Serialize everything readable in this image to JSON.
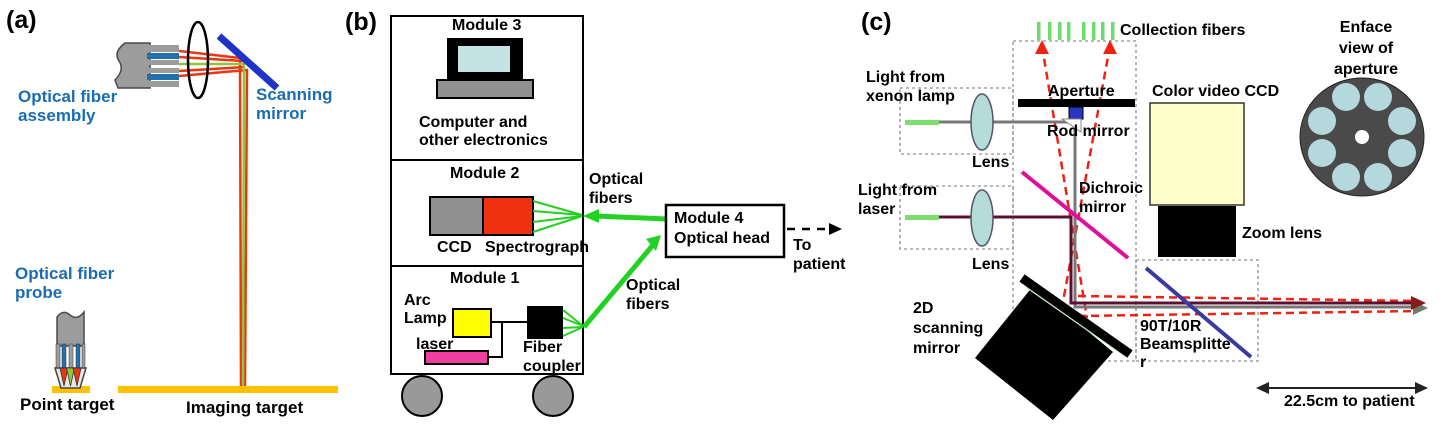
{
  "a": {
    "panel_label": "(a)",
    "assembly_l1": "Optical fiber",
    "assembly_l2": "assembly",
    "scanning_l1": "Scanning",
    "scanning_l2": "mirror",
    "probe_l1": "Optical fiber",
    "probe_l2": "probe",
    "point_target": "Point target",
    "imaging_target": "Imaging target"
  },
  "b": {
    "panel_label": "(b)",
    "module3_title": "Module 3",
    "module3_caption_l1": "Computer and",
    "module3_caption_l2": "other electronics",
    "module2_title": "Module 2",
    "ccd_label": "CCD",
    "spectrograph_label": "Spectrograph",
    "module1_title": "Module 1",
    "arc_lamp_l1": "Arc",
    "arc_lamp_l2": "Lamp",
    "laser_label": "laser",
    "fiber_coupler_l1": "Fiber",
    "fiber_coupler_l2": "coupler",
    "optical_fibers_top_l1": "Optical",
    "optical_fibers_top_l2": "fibers",
    "optical_fibers_bottom_l1": "Optical",
    "optical_fibers_bottom_l2": "fibers",
    "module4_l1": "Module 4",
    "module4_l2": "Optical head",
    "to_patient_l1": "To",
    "to_patient_l2": "patient"
  },
  "c": {
    "panel_label": "(c)",
    "xenon_l1": "Light from",
    "xenon_l2": "xenon lamp",
    "collection_fibers": "Collection fibers",
    "aperture": "Aperture",
    "rod_mirror": "Rod mirror",
    "lens_top": "Lens",
    "laser_l1": "Light from",
    "laser_l2": "laser",
    "lens_bottom": "Lens",
    "dichroic_l1": "Dichroic",
    "dichroic_l2": "mirror",
    "color_video_ccd": "Color video CCD",
    "enface_l1": "Enface",
    "enface_l2": "view of",
    "enface_l3": "aperture",
    "zoom_lens": "Zoom lens",
    "scan2d_l1": "2D",
    "scan2d_l2": "scanning",
    "scan2d_l3": "mirror",
    "beamsplitter_l1": "90T/10R",
    "beamsplitter_l2": "Beamsplitte",
    "beamsplitter_l3": "r",
    "distance": "22.5cm to patient"
  },
  "colors": {
    "label_blue": "#1a6db3",
    "beam_red": "#ee3511",
    "beam_green": "#8cc63e",
    "fiber_green": "#22d122",
    "scan_mirror_blue": "#1e33c8",
    "target_yellow": "#ffc000",
    "spectrograph_red": "#ee3210",
    "arc_yellow": "#ffff00",
    "laser_magenta": "#f0409f",
    "dichroic_magenta": "#dd0f9b",
    "beamsplitter_blue": "#3a3aa0",
    "laser_beam_maroon": "#5c1030",
    "xenon_beam_gray": "#787878",
    "ccd_cream": "#ffffcc",
    "lens_fill": "#b5dcd8",
    "rod_mirror_blue": "#2a35c0"
  }
}
